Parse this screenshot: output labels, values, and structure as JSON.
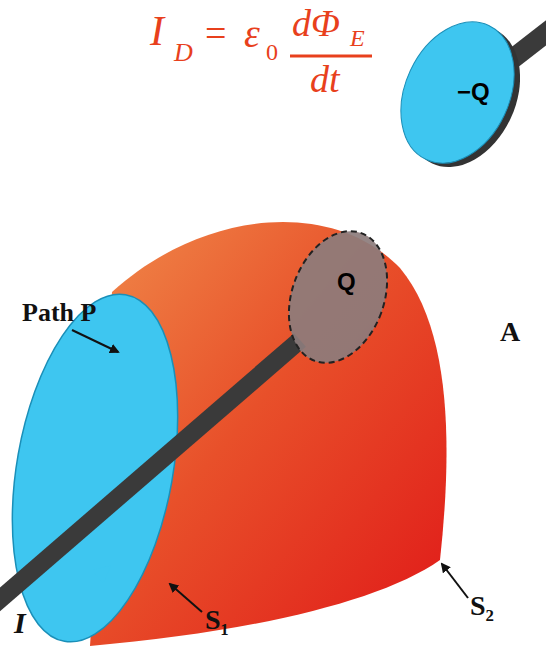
{
  "diagram": {
    "nodes": [
      {
        "text": [
          "−Q"
        ]
      },
      {
        "text": [
          "Q"
        ]
      }
    ],
    "labels": [
      "I",
      "D",
      "=",
      "ε",
      "0",
      "dΦ",
      "E",
      "dt",
      "Path P",
      "A",
      "S₁",
      "S₂",
      "I"
    ]
  }
}
